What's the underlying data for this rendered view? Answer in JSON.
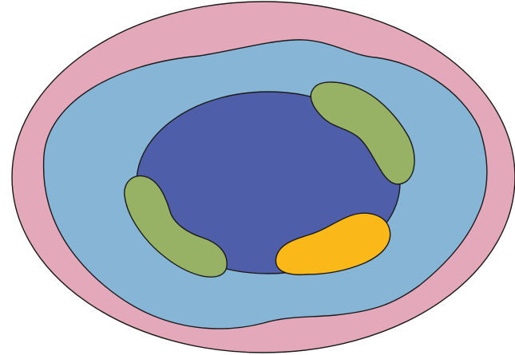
{
  "diagram": {
    "background_color": "#ffffff",
    "stroke_color": "#1a1a1a",
    "regions": [
      {
        "id": "outer-layer",
        "fill": "#e3a9ba"
      },
      {
        "id": "middle-layer",
        "fill": "#87b5d6"
      },
      {
        "id": "core",
        "fill": "#4f5ea9"
      },
      {
        "id": "green-blob-upper-right",
        "fill": "#97b264"
      },
      {
        "id": "green-blob-left",
        "fill": "#97b264"
      },
      {
        "id": "yellow-blob-lower",
        "fill": "#fbb819"
      }
    ]
  }
}
